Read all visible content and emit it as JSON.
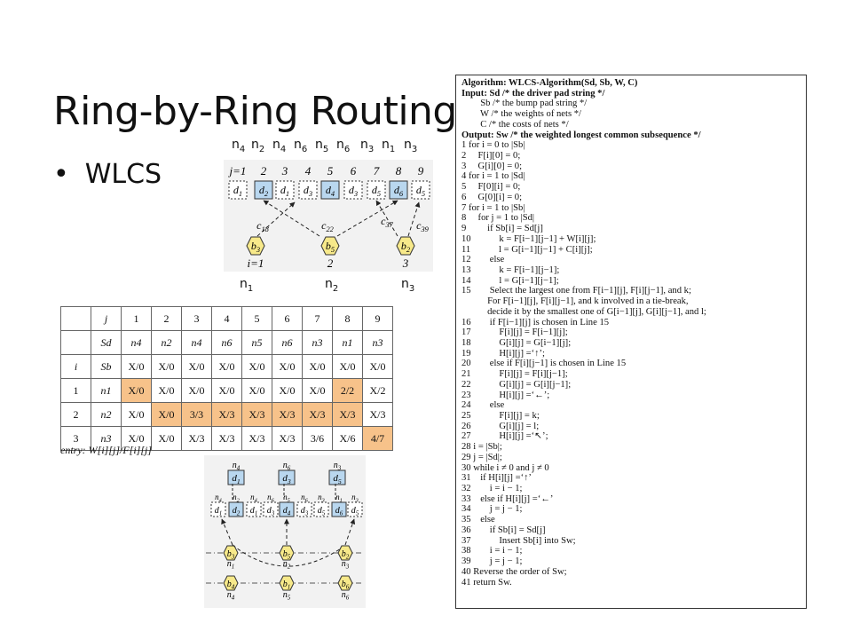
{
  "slide": {
    "title": "Ring-by-Ring Routing",
    "bullet": "WLCS",
    "top_net_labels": [
      "n4",
      "n2",
      "n4",
      "n6",
      "n5",
      "n6",
      "n3",
      "n1",
      "n3"
    ],
    "bottom_net_labels": [
      "n1",
      "n2",
      "n3"
    ]
  },
  "figure_top": {
    "j_labels": [
      "j=1",
      "2",
      "3",
      "4",
      "5",
      "6",
      "7",
      "8",
      "9"
    ],
    "driver_pads": [
      "d1",
      "d2",
      "d1",
      "d3",
      "d4",
      "d3",
      "d5",
      "d6",
      "d5"
    ],
    "edge_labels": [
      "c18",
      "c22",
      "c37",
      "c39"
    ],
    "bumps": [
      "b3",
      "b5",
      "b2"
    ],
    "i_labels": [
      "i=1",
      "2",
      "3"
    ]
  },
  "table": {
    "header1": [
      "",
      "j",
      "1",
      "2",
      "3",
      "4",
      "5",
      "6",
      "7",
      "8",
      "9"
    ],
    "header2": [
      "",
      "Sd",
      "n4",
      "n2",
      "n4",
      "n6",
      "n5",
      "n6",
      "n3",
      "n1",
      "n3"
    ],
    "rows": [
      [
        "i",
        "Sb",
        "X/0",
        "X/0",
        "X/0",
        "X/0",
        "X/0",
        "X/0",
        "X/0",
        "X/0",
        "X/0"
      ],
      [
        "1",
        "n1",
        "X/0",
        "X/0",
        "X/0",
        "X/0",
        "X/0",
        "X/0",
        "X/0",
        "2/2",
        "X/2"
      ],
      [
        "2",
        "n2",
        "X/0",
        "X/0",
        "3/3",
        "X/3",
        "X/3",
        "X/3",
        "X/3",
        "X/3",
        "X/3"
      ],
      [
        "3",
        "n3",
        "X/0",
        "X/0",
        "X/3",
        "X/3",
        "X/3",
        "X/3",
        "3/6",
        "X/6",
        "4/7"
      ]
    ],
    "entry_caption": "entry: W[i][j]/F[i][j]"
  },
  "figure_bottom": {
    "top_nets": [
      "n4",
      "n6",
      "n3"
    ],
    "top_pads": [
      "d1",
      "d3",
      "d5"
    ],
    "mid_nets": [
      "n4",
      "n2",
      "n4",
      "n6",
      "n5",
      "n6",
      "n3",
      "n1",
      "n3"
    ],
    "mid_pads": [
      "d1",
      "d2",
      "d1",
      "d3",
      "d4",
      "d3",
      "d5",
      "d6",
      "d5"
    ],
    "ring1_bumps": [
      "b3",
      "b5",
      "b2"
    ],
    "ring1_nets": [
      "n1",
      "n2",
      "n3"
    ],
    "ring2_bumps": [
      "b4",
      "b1",
      "b6"
    ],
    "ring2_nets": [
      "n4",
      "n5",
      "n6"
    ]
  },
  "algorithm": [
    "Algorithm: WLCS-Algorithm(Sd, Sb, W, C)",
    "Input: Sd /* the driver pad string */",
    "        Sb /* the bump pad string */",
    "        W /* the weights of nets */",
    "        C /* the costs of nets */",
    "Output: Sw /* the weighted longest common subsequence */",
    "1 for i = 0 to |Sb|",
    "2     F[i][0] = 0;",
    "3     G[i][0] = 0;",
    "4 for i = 1 to |Sd|",
    "5     F[0][i] = 0;",
    "6     G[0][i] = 0;",
    "7 for i = 1 to |Sb|",
    "8     for j = 1 to |Sd|",
    "9         if Sb[i] = Sd[j]",
    "10            k = F[i−1][j−1] + W[i][j];",
    "11            l = G[i−1][j−1] + C[i][j];",
    "12        else",
    "13            k = F[i−1][j−1];",
    "14            l = G[i−1][j−1];",
    "15        Select the largest one from F[i−1][j], F[i][j−1], and k;",
    "           For F[i−1][j], F[i][j−1], and k involved in a tie-break,",
    "           decide it by the smallest one of G[i−1][j], G[i][j−1], and l;",
    "16        if F[i−1][j] is chosen in Line 15",
    "17            F[i][j] = F[i−1][j];",
    "18            G[i][j] = G[i−1][j];",
    "19            H[i][j] =‘↑’;",
    "20        else if F[i][j−1] is chosen in Line 15",
    "21            F[i][j] = F[i][j−1];",
    "22            G[i][j] = G[i][j−1];",
    "23            H[i][j] =‘←’;",
    "24        else",
    "25            F[i][j] = k;",
    "26            G[i][j] = l;",
    "27            H[i][j] =‘↖’;",
    "28 i = |Sb|;",
    "29 j = |Sd|;",
    "30 while i ≠ 0 and j ≠ 0",
    "31    if H[i][j] =‘↑’",
    "32        i = i − 1;",
    "33    else if H[i][j] =‘←’",
    "34        j = j − 1;",
    "35    else",
    "36        if Sb[i] = Sd[j]",
    "37            Insert Sb[i] into Sw;",
    "38        i = i − 1;",
    "39        j = j − 1;",
    "40 Reverse the order of Sw;",
    "41 return Sw."
  ],
  "colors": {
    "pad_fill": "#b9d7ef",
    "bump_fill": "#f7e98a",
    "table_highlight": "#f7c28a"
  }
}
